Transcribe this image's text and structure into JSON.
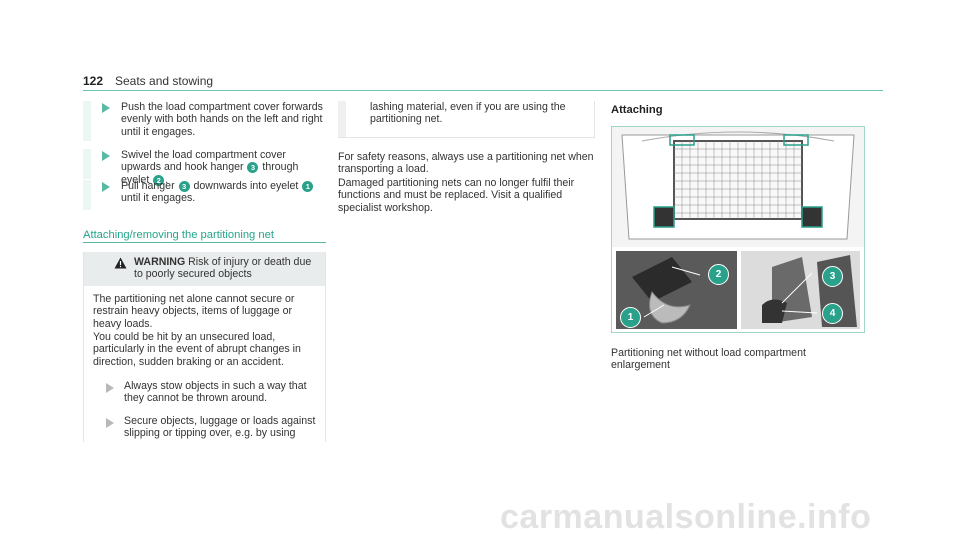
{
  "header": {
    "page_number": "122",
    "section": "Seats and stowing"
  },
  "col1": {
    "step1": "Push the load compartment cover forwards evenly with both hands on the left and right until it engages.",
    "step2": {
      "part1": "Swivel the load compartment cover upwards and hook hanger",
      "n1": "3",
      "mid": "through eyelet",
      "n2": "2",
      "end": "."
    },
    "step3": {
      "part1": "Pull hanger",
      "n1": "3",
      "mid": "downwards into eyelet",
      "n2": "1",
      "end": "until it engages."
    },
    "section_title": "Attaching/removing the partitioning net",
    "warning": {
      "label": "WARNING",
      "text": "Risk of injury or death due to poorly secured objects",
      "para1": "The partitioning net alone cannot secure or restrain heavy objects, items of luggage or heavy loads.",
      "para2": "You could be hit by an unsecured load, particularly in the event of abrupt changes in direction, sudden braking or an accident.",
      "bullet1": "Always stow objects in such a way that they cannot be thrown around.",
      "bullet2": "Secure objects, luggage or loads against slipping or tipping over, e.g. by using"
    }
  },
  "col2": {
    "cont": "lashing material, even if you are using the partitioning net.",
    "p1": "For safety reasons, always use a partitioning net when transporting a load.",
    "p2": "Damaged partitioning nets can no longer fulfil their functions and must be replaced. Visit a qualified specialist workshop."
  },
  "col3": {
    "title": "Attaching",
    "badges": [
      "1",
      "2",
      "3",
      "4"
    ],
    "caption": "Partitioning net without load compartment enlargement"
  },
  "watermark": "carmanualsonline.info",
  "colors": {
    "accent": "#2aa18a",
    "line": "#6cc5b4"
  }
}
